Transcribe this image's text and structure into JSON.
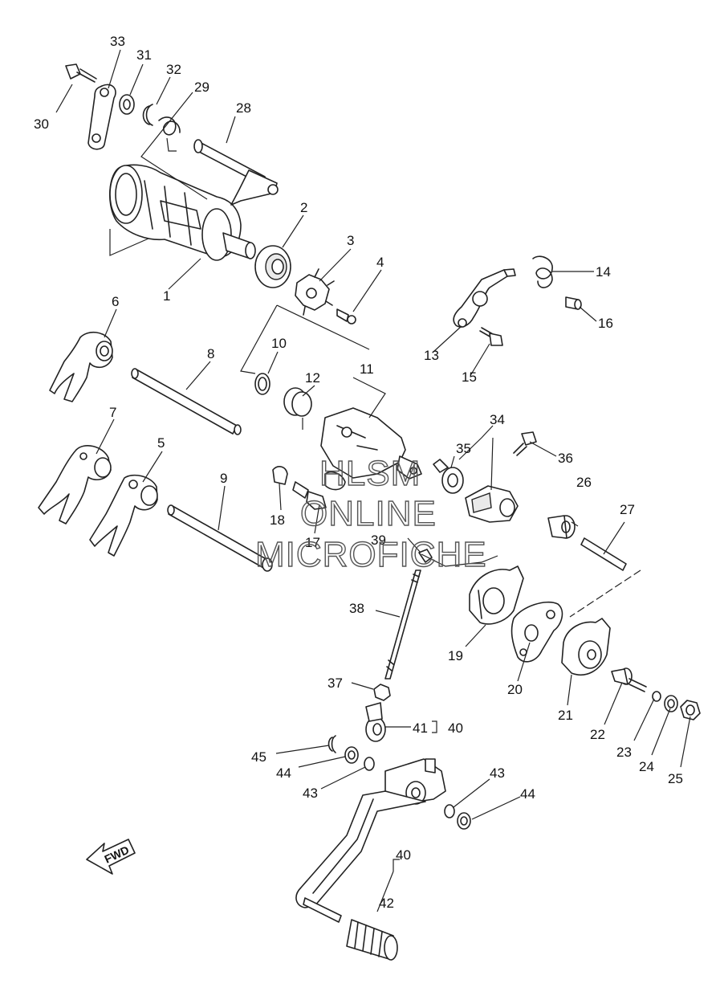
{
  "labels": {
    "p1": "1",
    "p2": "2",
    "p3": "3",
    "p4": "4",
    "p5": "5",
    "p6": "6",
    "p7": "7",
    "p8": "8",
    "p9": "9",
    "p10": "10",
    "p11": "11",
    "p12": "12",
    "p13": "13",
    "p14": "14",
    "p15": "15",
    "p16": "16",
    "p17": "17",
    "p18": "18",
    "p19": "19",
    "p20": "20",
    "p21": "21",
    "p22": "22",
    "p23": "23",
    "p24": "24",
    "p25": "25",
    "p26": "26",
    "p27": "27",
    "p28": "28",
    "p29": "29",
    "p30": "30",
    "p31": "31",
    "p32": "32",
    "p33": "33",
    "p34": "34",
    "p35": "35",
    "p36": "36",
    "p37": "37",
    "p38": "38",
    "p39": "39",
    "p41": "41",
    "p40a": "40",
    "p40b": "40",
    "p42": "42",
    "p43a": "43",
    "p43b": "43",
    "p44a": "44",
    "p44b": "44",
    "p45": "45"
  },
  "watermark": {
    "line1": "HLSM",
    "line2": "ONLINE",
    "line3": "MICROFICHE"
  },
  "fwd_arrow": {
    "text": "FWD"
  }
}
